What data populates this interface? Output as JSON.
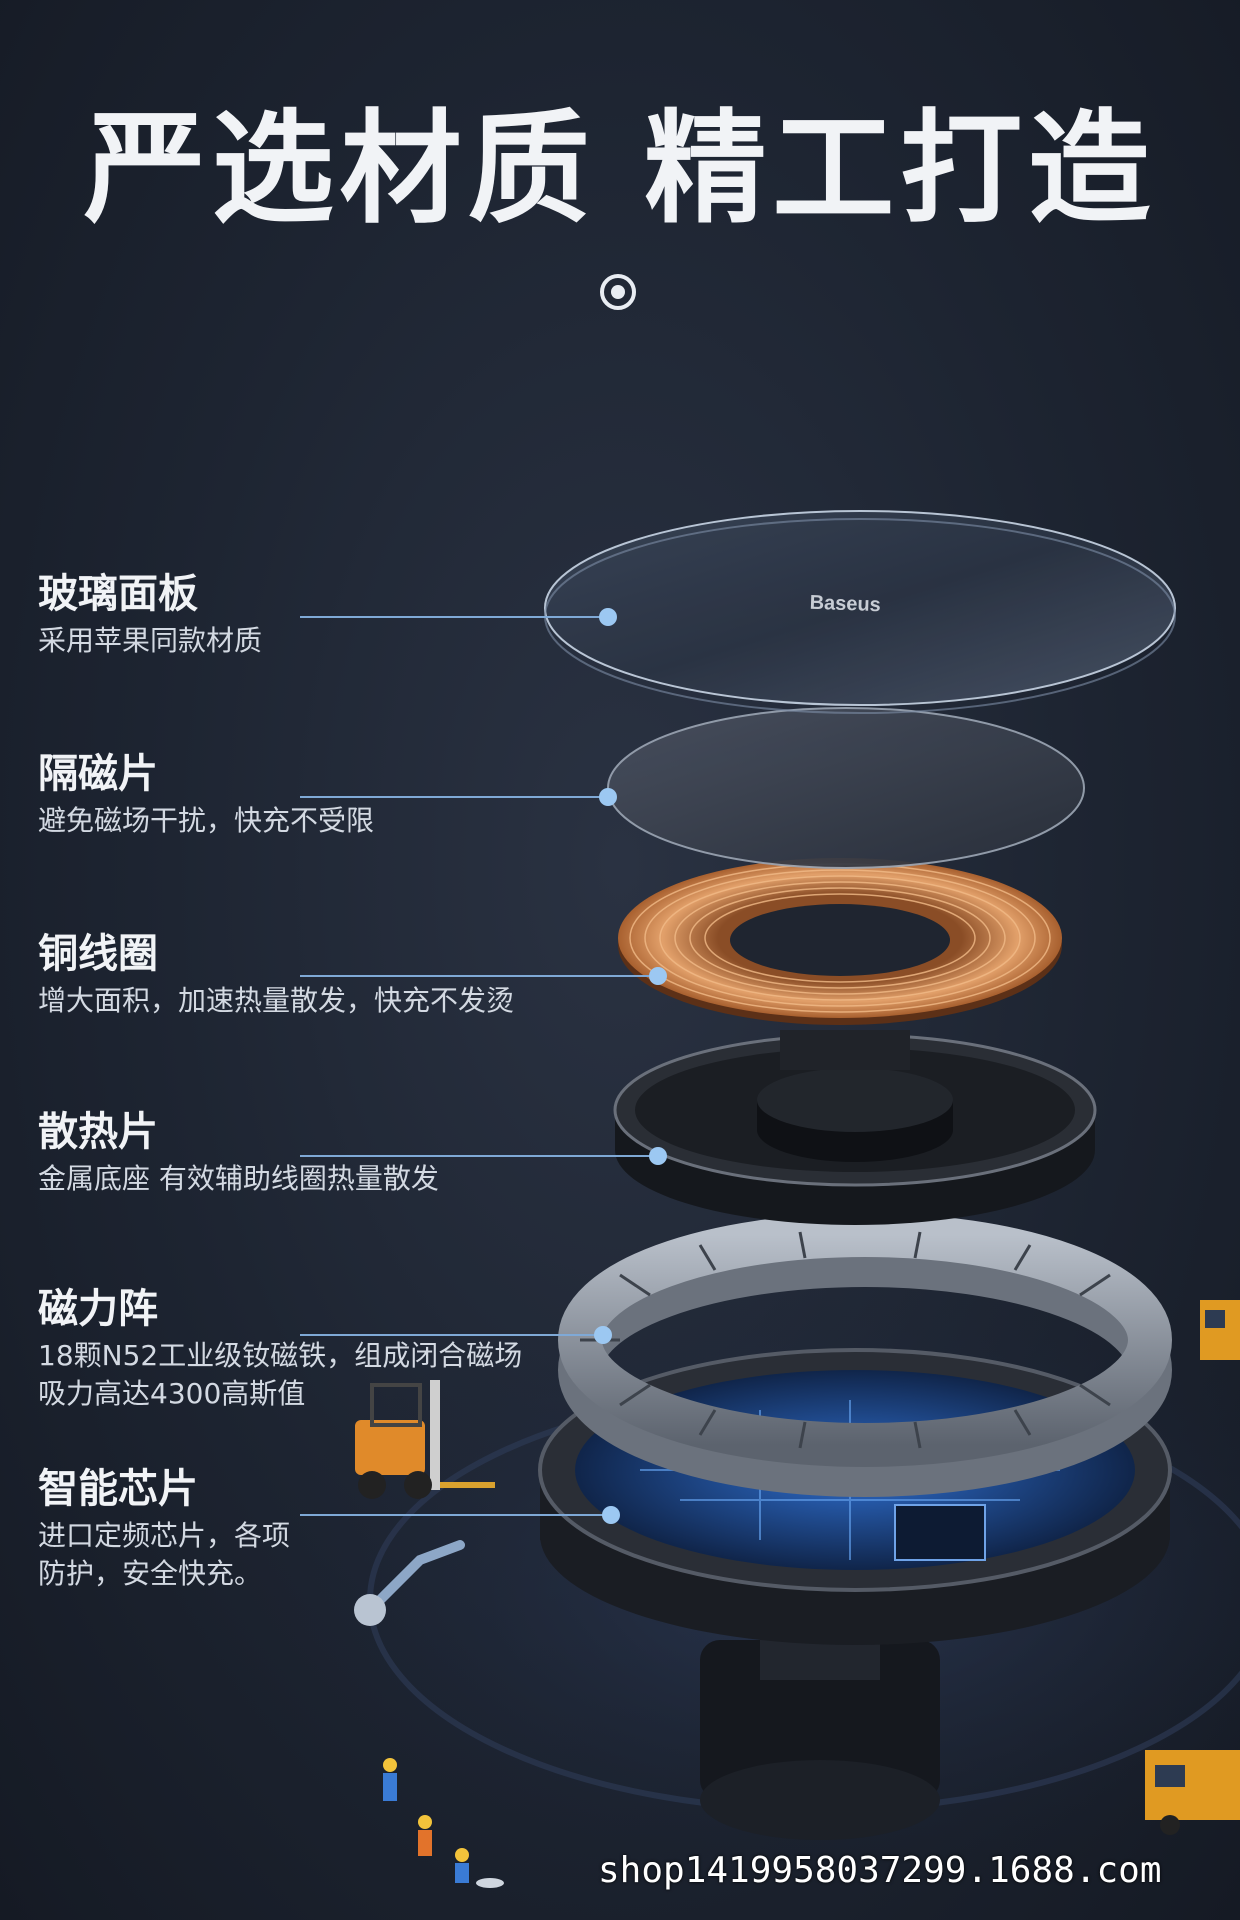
{
  "title": "严选材质 精工打造",
  "brand_logo": "Baseus",
  "components": [
    {
      "name": "玻璃面板",
      "desc": "采用苹果同款材质"
    },
    {
      "name": "隔磁片",
      "desc": "避免磁场干扰，快充不受限"
    },
    {
      "name": "铜线圈",
      "desc": "增大面积，加速热量散发，快充不发烫"
    },
    {
      "name": "散热片",
      "desc": "金属底座 有效辅助线圈热量散发"
    },
    {
      "name": "磁力阵",
      "desc": "18颗N52工业级钕磁铁，组成闭合磁场\n吸力高达4300高斯值"
    },
    {
      "name": "智能芯片",
      "desc": "进口定频芯片，各项\n防护，安全快充。"
    }
  ],
  "watermark": "shop1419958037299.1688.com",
  "colors": {
    "background": "#1d2431",
    "accent_line": "#7fa9d6",
    "dot": "#9cc8f2",
    "copper": "#d08a55"
  }
}
